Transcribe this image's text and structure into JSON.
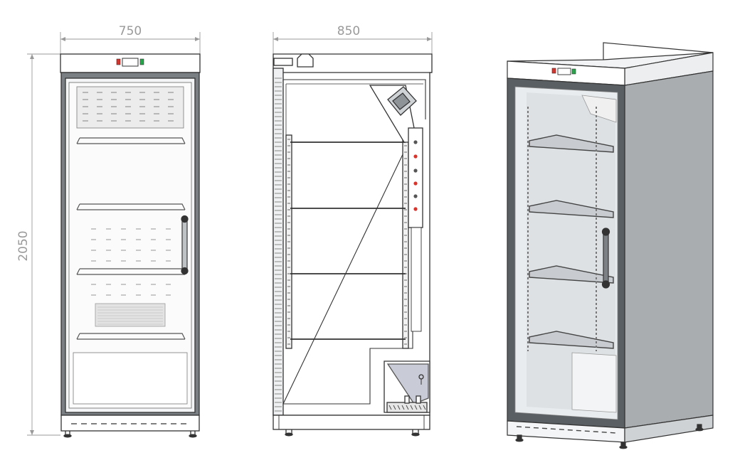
{
  "dimensions": {
    "front_width": "750",
    "side_depth": "850",
    "height": "2050"
  },
  "colors": {
    "line": "#333333",
    "light_line": "#8a8a8a",
    "dimension": "#9a9a9a",
    "glass": "#e9ecef",
    "frame_dark": "#5a5f63",
    "body_grey": "#a9adb0",
    "indicator_red": "#d8342c",
    "indicator_green": "#26a64a"
  }
}
